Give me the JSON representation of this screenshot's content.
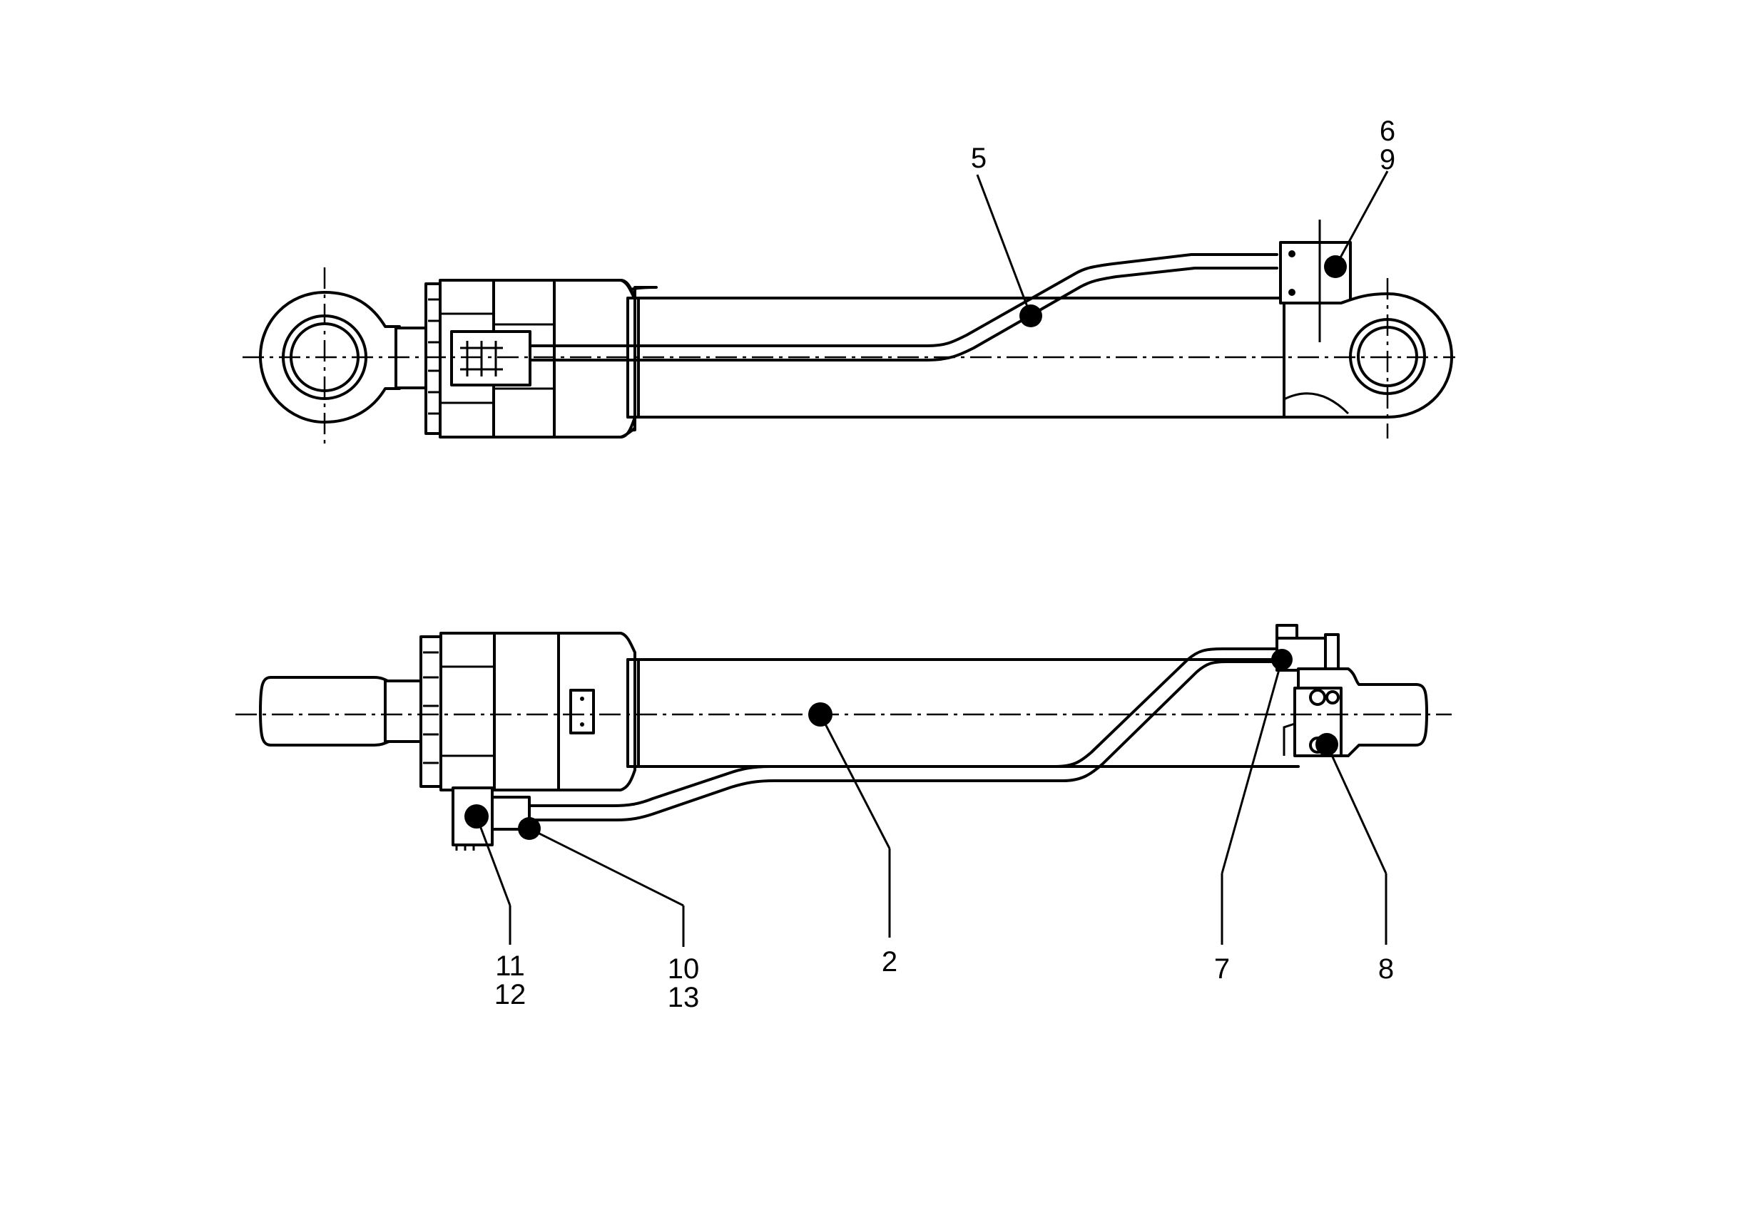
{
  "callouts": {
    "c5": "5",
    "c6": "6",
    "c9": "9",
    "c2": "2",
    "c7": "7",
    "c8": "8",
    "c10": "10",
    "c13": "13",
    "c11": "11",
    "c12": "12"
  }
}
